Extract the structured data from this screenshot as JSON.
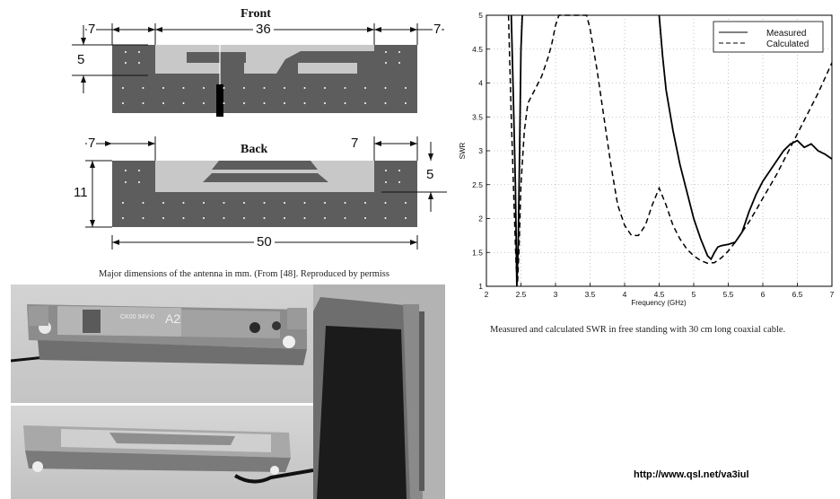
{
  "drawing": {
    "front_label": "Front",
    "back_label": "Back",
    "dims": {
      "front_left": "7",
      "front_width": "36",
      "front_right": "7",
      "front_height": "5",
      "back_left": "7",
      "back_right": "7",
      "back_height_right": "5",
      "back_height": "11",
      "total_width": "50"
    },
    "caption": "Major dimensions of the antenna in mm. (From [48]. Reproduced by permiss"
  },
  "photos": {
    "chip_text_1": "CK00 94V-0",
    "chip_text_2": "A2"
  },
  "chart_caption": "Measured and calculated SWR in free standing with 30 cm long coaxial cable.",
  "url": "http://www.qsl.net/va3iul",
  "chart_data": {
    "type": "line",
    "title": "",
    "xlabel": "Frequency (GHz)",
    "ylabel": "SWR",
    "xlim": [
      2,
      7
    ],
    "ylim": [
      1,
      5
    ],
    "xticks": [
      "2",
      "2.5",
      "3",
      "3.5",
      "4",
      "4.5",
      "5",
      "5.5",
      "6",
      "6.5",
      "7"
    ],
    "yticks": [
      "1",
      "1.5",
      "2",
      "2.5",
      "3",
      "3.5",
      "4",
      "4.5",
      "5"
    ],
    "grid": true,
    "legend_position": "top-right",
    "series": [
      {
        "name": "Measured",
        "style": "solid",
        "x": [
          2.36,
          2.39,
          2.42,
          2.44,
          2.46,
          2.48,
          2.5,
          2.52,
          4.5,
          4.55,
          4.6,
          4.7,
          4.8,
          4.9,
          5.0,
          5.1,
          5.2,
          5.25,
          5.3,
          5.35,
          5.4,
          5.5,
          5.6,
          5.7,
          5.8,
          5.9,
          6.0,
          6.1,
          6.2,
          6.3,
          6.4,
          6.5,
          6.6,
          6.7,
          6.8,
          6.9,
          7.0
        ],
        "y": [
          5.0,
          3.8,
          2.5,
          1.0,
          1.6,
          3.0,
          4.5,
          5.0,
          5.0,
          4.4,
          3.9,
          3.3,
          2.8,
          2.4,
          2.0,
          1.7,
          1.45,
          1.4,
          1.5,
          1.58,
          1.6,
          1.62,
          1.65,
          1.8,
          2.1,
          2.35,
          2.55,
          2.7,
          2.85,
          3.0,
          3.1,
          3.15,
          3.05,
          3.1,
          3.0,
          2.95,
          2.88
        ]
      },
      {
        "name": "Calculated",
        "style": "dashed",
        "x": [
          2.32,
          2.36,
          2.4,
          2.43,
          2.45,
          2.47,
          2.5,
          2.55,
          2.6,
          2.7,
          2.8,
          2.9,
          2.95,
          3.0,
          3.05,
          3.45,
          3.5,
          3.6,
          3.7,
          3.8,
          3.9,
          4.0,
          4.1,
          4.2,
          4.3,
          4.4,
          4.5,
          4.6,
          4.7,
          4.8,
          4.9,
          5.0,
          5.1,
          5.2,
          5.3,
          5.4,
          5.5,
          5.6,
          5.7,
          5.8,
          5.9,
          6.0,
          6.2,
          6.4,
          6.6,
          6.8,
          7.0
        ],
        "y": [
          5.0,
          3.5,
          2.2,
          1.3,
          1.05,
          1.5,
          2.5,
          3.3,
          3.7,
          3.9,
          4.1,
          4.4,
          4.6,
          4.85,
          5.0,
          5.0,
          4.8,
          4.2,
          3.5,
          2.8,
          2.2,
          1.9,
          1.75,
          1.75,
          1.9,
          2.2,
          2.45,
          2.2,
          1.9,
          1.7,
          1.55,
          1.45,
          1.38,
          1.34,
          1.35,
          1.42,
          1.52,
          1.65,
          1.8,
          1.95,
          2.12,
          2.3,
          2.65,
          3.05,
          3.45,
          3.85,
          4.3
        ]
      }
    ]
  }
}
